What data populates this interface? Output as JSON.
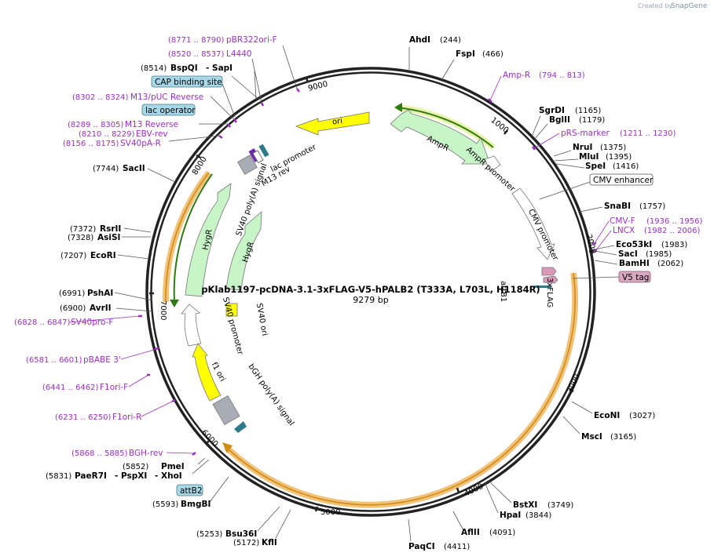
{
  "brand": {
    "created_by": "Created by",
    "name": "SnapGene"
  },
  "title": "pKlab1197-pcDNA-3.1-3xFLAG-V5-hPALB2 (T333A, L703L, H1184R)",
  "size_label": "9279 bp",
  "ticks": [
    "1000",
    "2000",
    "3000",
    "4000",
    "5000",
    "6000",
    "7000",
    "8000",
    "9000"
  ],
  "sites": [
    {
      "name": "AhdI",
      "pos": "(244)"
    },
    {
      "name": "FspI",
      "pos": "(466)"
    },
    {
      "name": "SgrDI",
      "pos": "(1165)"
    },
    {
      "name": "BglII",
      "pos": "(1179)"
    },
    {
      "name": "NruI",
      "pos": "(1375)"
    },
    {
      "name": "MluI",
      "pos": "(1395)"
    },
    {
      "name": "SpeI",
      "pos": "(1416)"
    },
    {
      "name": "SnaBI",
      "pos": "(1757)"
    },
    {
      "name": "Eco53kI",
      "pos": "(1983)"
    },
    {
      "name": "SacI",
      "pos": "(1985)"
    },
    {
      "name": "BamHI",
      "pos": "(2062)"
    },
    {
      "name": "EcoNI",
      "pos": "(3027)"
    },
    {
      "name": "MscI",
      "pos": "(3165)"
    },
    {
      "name": "BstXI",
      "pos": "(3749)"
    },
    {
      "name": "HpaI",
      "pos": "(3844)"
    },
    {
      "name": "AflII",
      "pos": "(4091)"
    },
    {
      "name": "PaqCI",
      "pos": "(4411)"
    },
    {
      "name": "KflI",
      "pos": "(5172)"
    },
    {
      "name": "Bsu36I",
      "pos": "(5253)"
    },
    {
      "name": "BmgBI",
      "pos": "(5593)"
    },
    {
      "name": "PaeR7I",
      "pos": "(5831)"
    },
    {
      "name": "- PspXI",
      "pos": ""
    },
    {
      "name": "- XhoI",
      "pos": ""
    },
    {
      "name": "PmeI",
      "pos": "(5852)"
    },
    {
      "name": "AvrII",
      "pos": "(6900)"
    },
    {
      "name": "PshAI",
      "pos": "(6991)"
    },
    {
      "name": "EcoRI",
      "pos": "(7207)"
    },
    {
      "name": "AsiSI",
      "pos": "(7328)"
    },
    {
      "name": "RsrII",
      "pos": "(7372)"
    },
    {
      "name": "SacII",
      "pos": "(7744)"
    },
    {
      "name": "BspQI",
      "pos": "(8514)"
    },
    {
      "name": "- SapI",
      "pos": ""
    }
  ],
  "primers": [
    {
      "name": "pBR322ori-F",
      "pos": "(8771 .. 8790)"
    },
    {
      "name": "L4440",
      "pos": "(8520 .. 8537)"
    },
    {
      "name": "M13/pUC Reverse",
      "pos": "(8302 .. 8324)"
    },
    {
      "name": "M13 Reverse",
      "pos": "(8289 .. 8305)"
    },
    {
      "name": "EBV-rev",
      "pos": "(8210 .. 8229)"
    },
    {
      "name": "SV40pA-R",
      "pos": "(8156 .. 8175)"
    },
    {
      "name": "Amp-R",
      "pos": "(794 .. 813)"
    },
    {
      "name": "pRS-marker",
      "pos": "(1211 .. 1230)"
    },
    {
      "name": "CMV-F",
      "pos": "(1936 .. 1956)"
    },
    {
      "name": "LNCX",
      "pos": "(1982 .. 2006)"
    },
    {
      "name": "SV40pro-F",
      "pos": "(6828 .. 6847)"
    },
    {
      "name": "pBABE 3'",
      "pos": "(6581 .. 6601)"
    },
    {
      "name": "F1ori-F",
      "pos": "(6441 .. 6462)"
    },
    {
      "name": "F1ori-R",
      "pos": "(6231 .. 6250)"
    },
    {
      "name": "BGH-rev",
      "pos": "(5868 .. 5885)"
    }
  ],
  "boxed": {
    "cap": "CAP binding site",
    "lacop": "lac operator",
    "cmv": "CMV enhancer",
    "v5": "V5 tag",
    "attb2": "attB2"
  },
  "features": {
    "ori": "ori",
    "ampr": "AmpR",
    "ampr_promoter": "AmpR promoter",
    "cmv_promoter": "CMV promoter",
    "att": "attB1",
    "flag": "3xFLAG",
    "lac_promoter": "lac promoter",
    "m13rev": "M13 rev",
    "sv40pa": "SV40 poly(A) signal",
    "hygr_outer": "HygR",
    "hygr_inner": "HygR",
    "sv40ori": "SV40 ori",
    "sv40prom": "SV40 promoter",
    "f1ori": "f1 ori",
    "bgh": "bGH poly(A) signal"
  },
  "colors": {
    "primer": "#9b2fc4",
    "ring": "#222222",
    "orf": "#f0a830",
    "green": "#c8f5c8",
    "yellow": "#ffff00",
    "gray": "#a8acb4",
    "boxblue": "#a8d8e8",
    "pink": "#d8a8c0"
  }
}
